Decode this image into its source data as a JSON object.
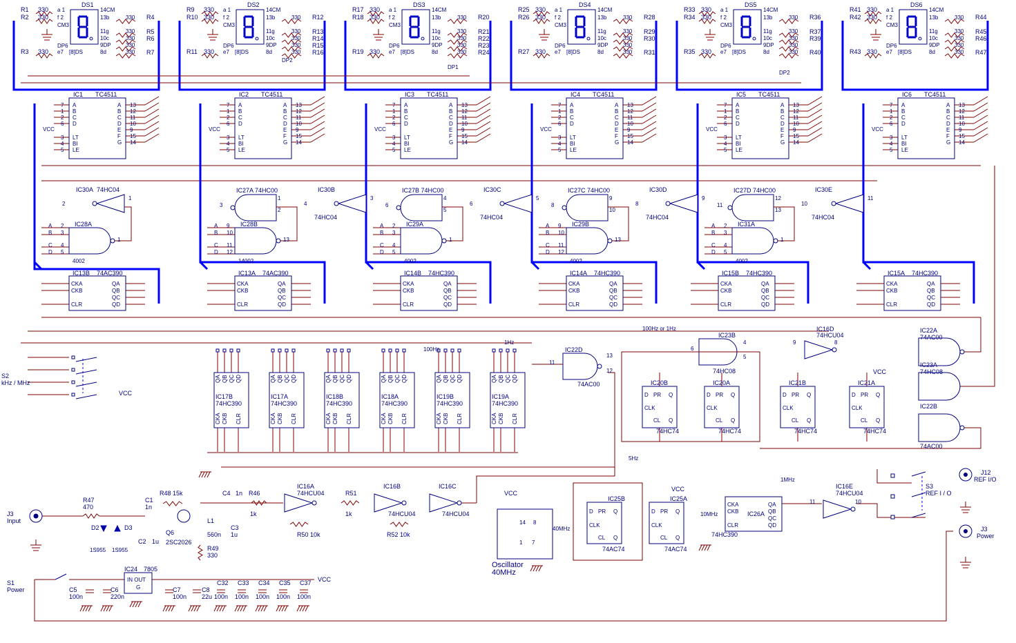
{
  "colors": {
    "wire": "#800000",
    "bus": "#0000ff",
    "part": "#000080",
    "ground": "#800000",
    "background": "#ffffff"
  },
  "digits": [
    {
      "ds": "DS1",
      "rl1": "R1",
      "rl2": "R2",
      "rl3": "R3",
      "rr1": "R4",
      "rr2": "R5",
      "rr3": "R6",
      "rr4": "R7",
      "ic": "IC1",
      "dec": "TC4511",
      "dp": "DP6",
      "extra": ""
    },
    {
      "ds": "DS2",
      "rl1": "R9",
      "rl2": "R10",
      "rl3": "R11",
      "rr1": "R12",
      "rr2": "R13",
      "rr3": "R14",
      "rr4": "R15",
      "rr5": "R16",
      "ic": "IC2",
      "dec": "TC4511",
      "dp": "DP6",
      "extra": "DP2"
    },
    {
      "ds": "DS3",
      "rl1": "R17",
      "rl2": "R18",
      "rl3": "R19",
      "rr1": "R20",
      "rr2": "R21",
      "rr3": "R22",
      "rr4": "R23",
      "rr5": "R24",
      "ic": "IC3",
      "dec": "TC4511",
      "dp": "DP6",
      "extra": "DP1"
    },
    {
      "ds": "DS4",
      "rl1": "R25",
      "rl2": "R26",
      "rl3": "R27",
      "rr1": "R28",
      "rr2": "R29",
      "rr3": "R30",
      "rr4": "R31",
      "ic": "IC4",
      "dec": "TC4511",
      "dp": "DP6",
      "extra": ""
    },
    {
      "ds": "DS5",
      "rl1": "R33",
      "rl2": "R34",
      "rl3": "R35",
      "rr1": "R36",
      "rr2": "R37",
      "rr3": "R39",
      "rr4": "R40",
      "ic": "IC5",
      "dec": "TC4511",
      "dp": "DP6",
      "extra": "DP2"
    },
    {
      "ds": "DS6",
      "rl1": "R41",
      "rl2": "R42",
      "rl3": "R43",
      "rr1": "R44",
      "rr2": "R45",
      "rr3": "R46",
      "rr4": "R47",
      "ic": "IC6",
      "dec": "TC4511",
      "dp": "DP6",
      "extra": ""
    }
  ],
  "seg_labels": {
    "a": "a 1",
    "f": "f 2",
    "cm": "CM3",
    "e": "e7",
    "dp": "DP6",
    "ds8": "[8]DS",
    "cm14": "14CM",
    "b": "13b",
    "g": "11g",
    "c": "10c",
    "dp9": "9DP",
    "d": "8d",
    "r330": "330"
  },
  "decoder_pins_left": [
    "A",
    "B",
    "C",
    "D",
    "LT",
    "BI",
    "LE"
  ],
  "decoder_pins_right": [
    "A",
    "B",
    "C",
    "D",
    "E",
    "F",
    "G"
  ],
  "decoder_nums_left": [
    "7",
    "1",
    "2",
    "6",
    "3",
    "4",
    "5"
  ],
  "decoder_nums_right": [
    "13",
    "12",
    "11",
    "10",
    "9",
    "15",
    "14"
  ],
  "vcc": "VCC",
  "inverters_row": [
    {
      "ref": "IC30A",
      "type": "74HC04",
      "in": "2",
      "out": "1"
    },
    {
      "ref": "IC30B",
      "type": "74HC04",
      "in": "4",
      "out": "3"
    },
    {
      "ref": "IC30C",
      "type": "74HC04",
      "in": "6",
      "out": "5"
    },
    {
      "ref": "IC30D",
      "type": "74HC04",
      "in": "8",
      "out": "9"
    },
    {
      "ref": "IC30E",
      "type": "74HC04",
      "in": "10",
      "out": "11"
    }
  ],
  "nand_row": [
    {
      "ref": "IC27A 74HC00",
      "p1": "3",
      "p2": "2",
      "p3": "1"
    },
    {
      "ref": "IC27B 74HC00",
      "p1": "6",
      "p2": "5",
      "p3": "4"
    },
    {
      "ref": "IC27C 74HC00",
      "p1": "8",
      "p2": "10",
      "p3": "9"
    },
    {
      "ref": "IC27D 74HC00",
      "p1": "11",
      "p2": "13",
      "p3": "12"
    }
  ],
  "nor_row": [
    {
      "ref": "IC28A",
      "type": "4002",
      "a": "A",
      "b": "B",
      "c": "C",
      "d": "D",
      "pa": "2",
      "pb": "3",
      "pc": "4",
      "pd": "5",
      "out": "1"
    },
    {
      "ref": "IC28B",
      "type": "14002",
      "a": "A",
      "b": "B",
      "c": "C",
      "d": "D",
      "pa": "9",
      "pb": "10",
      "pc": "11",
      "pd": "12",
      "out": "13"
    },
    {
      "ref": "IC29A",
      "type": "4002",
      "a": "A",
      "b": "B",
      "c": "C",
      "d": "D",
      "pa": "2",
      "pb": "3",
      "pc": "4",
      "pd": "5",
      "out": "1"
    },
    {
      "ref": "IC29B",
      "type": "4002",
      "a": "A",
      "b": "B",
      "c": "C",
      "d": "D",
      "pa": "9",
      "pb": "10",
      "pc": "11",
      "pd": "12",
      "out": "13"
    },
    {
      "ref": "IC31A",
      "type": "4002",
      "a": "A",
      "b": "B",
      "c": "C",
      "d": "D",
      "pa": "2",
      "pb": "3",
      "pc": "4",
      "pd": "5",
      "out": "1"
    }
  ],
  "counters_row": [
    {
      "ref": "IC13B",
      "type": "74AC390"
    },
    {
      "ref": "IC13A",
      "type": "74AC390"
    },
    {
      "ref": "IC14B",
      "type": "74HC390"
    },
    {
      "ref": "IC14A",
      "type": "74HC390"
    },
    {
      "ref": "IC15B",
      "type": "74HC390"
    },
    {
      "ref": "IC15A",
      "type": "74HC390"
    }
  ],
  "counter_pins": {
    "cka": "CKA",
    "ckb": "CKB",
    "clr": "CLR",
    "qa": "QA",
    "qb": "QB",
    "qc": "QC",
    "qd": "QD"
  },
  "dividers": [
    {
      "ref": "IC17B",
      "type": "74HC390"
    },
    {
      "ref": "IC17A",
      "type": "74HC390"
    },
    {
      "ref": "IC18B",
      "type": "74HC390"
    },
    {
      "ref": "IC18A",
      "type": "74HC390"
    },
    {
      "ref": "IC19B",
      "type": "74HC390"
    },
    {
      "ref": "IC19A",
      "type": "74HC390"
    }
  ],
  "freq_labels": {
    "f100hz": "100Hz",
    "f1hz": "1Hz",
    "f100or1": "100Hz or 1Hz",
    "f5hz": "5Hz",
    "f1mhz": "1MHz",
    "f10mhz": "10MHz",
    "f40mhz": "40MHz"
  },
  "switch_s2": {
    "ref": "S2",
    "label": "kHz / MHz"
  },
  "gate_ic22d": {
    "ref": "IC22D",
    "type": "74AC00",
    "p11": "11",
    "p13": "13",
    "p12": "12"
  },
  "ic23b": {
    "ref": "IC23B",
    "type": "74HC08",
    "p6": "6",
    "p4": "4",
    "p5": "5"
  },
  "ic16d": {
    "ref": "IC16D",
    "type": "74HCU04",
    "in": "9",
    "out": "8"
  },
  "and_gates": [
    {
      "ref": "IC22A",
      "type": "74AC00"
    },
    {
      "ref": "IC23A",
      "type": "74HC08"
    },
    {
      "ref": "IC22B",
      "type": "74AC00"
    }
  ],
  "flipflops": [
    {
      "ref": "IC20B",
      "type": "74HC74"
    },
    {
      "ref": "IC20A",
      "type": "74HC74"
    },
    {
      "ref": "IC21B",
      "type": "74HC74"
    },
    {
      "ref": "IC21A",
      "type": "74HC74"
    }
  ],
  "ff_pins": {
    "d": "D",
    "pr": "PR",
    "q": "Q",
    "clk": "CLK",
    "cl": "CL",
    "qn": "Q"
  },
  "input": {
    "j3": "J3",
    "j3_label": "Input",
    "r47": "R47",
    "r47v": "470",
    "c1": "C1",
    "c1v": "1n",
    "r48": "R48 15k",
    "c2": "C2",
    "c2v": "1u",
    "d2": "D2",
    "d3": "D3",
    "d2v": "1S955",
    "d3v": "1S955",
    "q6": "Q6",
    "q6v": "2SC2026",
    "l1": "L1",
    "l1v": "560n",
    "c4": "C4",
    "c4v": "1n",
    "c3": "C3",
    "c3v": "1u",
    "r46": "R46",
    "r46v": "1k",
    "r49": "R49",
    "r49v": "330",
    "ic16a": "IC16A",
    "ic16a_t": "74HCU04",
    "r50": "R50 10k",
    "r51": "R51",
    "r51v": "1k",
    "ic16b": "IC16B",
    "ic16b_t": "74HCU04",
    "r52": "R52 10k",
    "ic16c": "IC16C",
    "ic16c_t": "74HCU04"
  },
  "osc": {
    "ref": "Oscillator",
    "freq": "40MHz",
    "vcc": "VCC",
    "p14": "14",
    "p8": "8",
    "p1": "1",
    "p7": "7"
  },
  "ic25b": {
    "ref": "IC25B",
    "type": "74AC74"
  },
  "ic25a": {
    "ref": "IC25A",
    "type": "74AC74"
  },
  "ic26a": {
    "ref": "IC26A",
    "type": "74HC390"
  },
  "ic16e": {
    "ref": "IC16E",
    "type": "74HCU04",
    "in": "11",
    "out": "10"
  },
  "s3": {
    "ref": "S3",
    "label": "REF I / O"
  },
  "j12": {
    "ref": "J12",
    "label": "REF I/O"
  },
  "j3p": {
    "ref": "J3",
    "label": "Power"
  },
  "power": {
    "s1": "S1",
    "s1_label": "Power",
    "ic24": "IC24",
    "ic24_t": "7805",
    "io": "IN OUT",
    "g": "G",
    "c5": "C5",
    "c5v": "100n",
    "c6": "C6",
    "c6v": "220n",
    "c7": "C7",
    "c7v": "100n",
    "c8": "C8",
    "c8v": "22u",
    "c32": "C32",
    "c33": "C33",
    "c34": "C34",
    "c35": "C35",
    "c37": "C37",
    "cv": "100n",
    "vcc": "VCC"
  }
}
